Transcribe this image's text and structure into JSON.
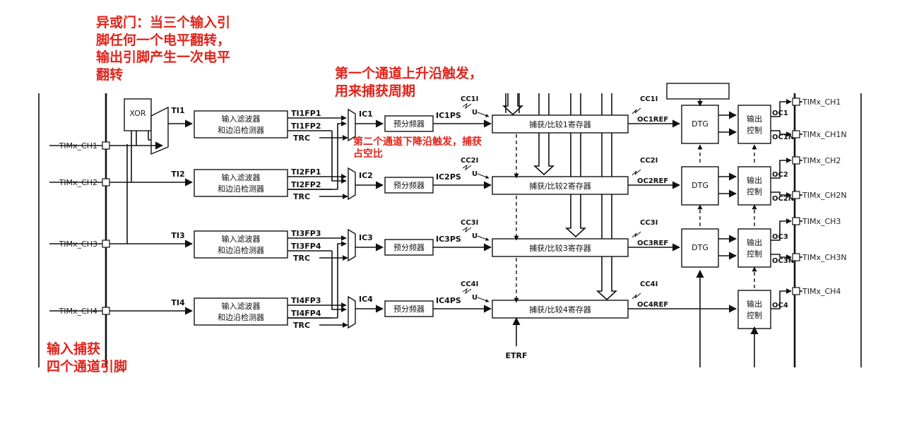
{
  "annotations": {
    "xor_note": "异或门：当三个输入引\n脚任何一个电平翻转，\n输出引脚产生一次电平\n翻转",
    "ch1_rising": "第一个通道上升沿触发，\n用来捕获周期",
    "ch2_falling": "第二个通道下降沿触发，捕获\n占空比",
    "input_pins": "输入捕获\n四个通道引脚"
  },
  "pins_left": [
    "TIMx_CH1",
    "TIMx_CH2",
    "TIMx_CH3",
    "TIMx_CH4"
  ],
  "pins_right": [
    "TIMx_CH1",
    "TIMx_CH1N",
    "TIMx_CH2",
    "TIMx_CH2N",
    "TIMx_CH3",
    "TIMx_CH3N",
    "TIMx_CH4"
  ],
  "xor_label": "XOR",
  "ti_labels": [
    "TI1",
    "TI2",
    "TI3",
    "TI4"
  ],
  "filter_block": [
    "输入滤波器",
    "和边沿检测器"
  ],
  "fp_labels": [
    [
      "TI1FP1",
      "TI1FP2"
    ],
    [
      "TI2FP1",
      "TI2FP2"
    ],
    [
      "TI3FP3",
      "TI3FP4"
    ],
    [
      "TI4FP3",
      "TI4FP4"
    ]
  ],
  "trc": "TRC",
  "ic_labels": [
    "IC1",
    "IC2",
    "IC3",
    "IC4"
  ],
  "prescaler": "预分频器",
  "icps_labels": [
    "IC1PS",
    "IC2PS",
    "IC3PS",
    "IC4PS"
  ],
  "cci_labels": [
    "CC1I",
    "CC2I",
    "CC3I",
    "CC4I"
  ],
  "cci_out_labels": [
    "CC1I",
    "CC2I",
    "CC3I",
    "CC4I"
  ],
  "u_label": "U",
  "cc_registers": [
    "捕获/比较1寄存器",
    "捕获/比较2寄存器",
    "捕获/比较3寄存器",
    "捕获/比较4寄存器"
  ],
  "ocref_labels": [
    "OC1REF",
    "OC2REF",
    "OC3REF",
    "OC4REF"
  ],
  "dtg": "DTG",
  "output_ctrl": [
    "输出",
    "控制"
  ],
  "oc_labels": [
    [
      "OC1",
      "OC1N"
    ],
    [
      "OC2",
      "OC2N"
    ],
    [
      "OC3",
      "OC3N"
    ],
    [
      "OC4"
    ]
  ],
  "etrf": "ETRF"
}
